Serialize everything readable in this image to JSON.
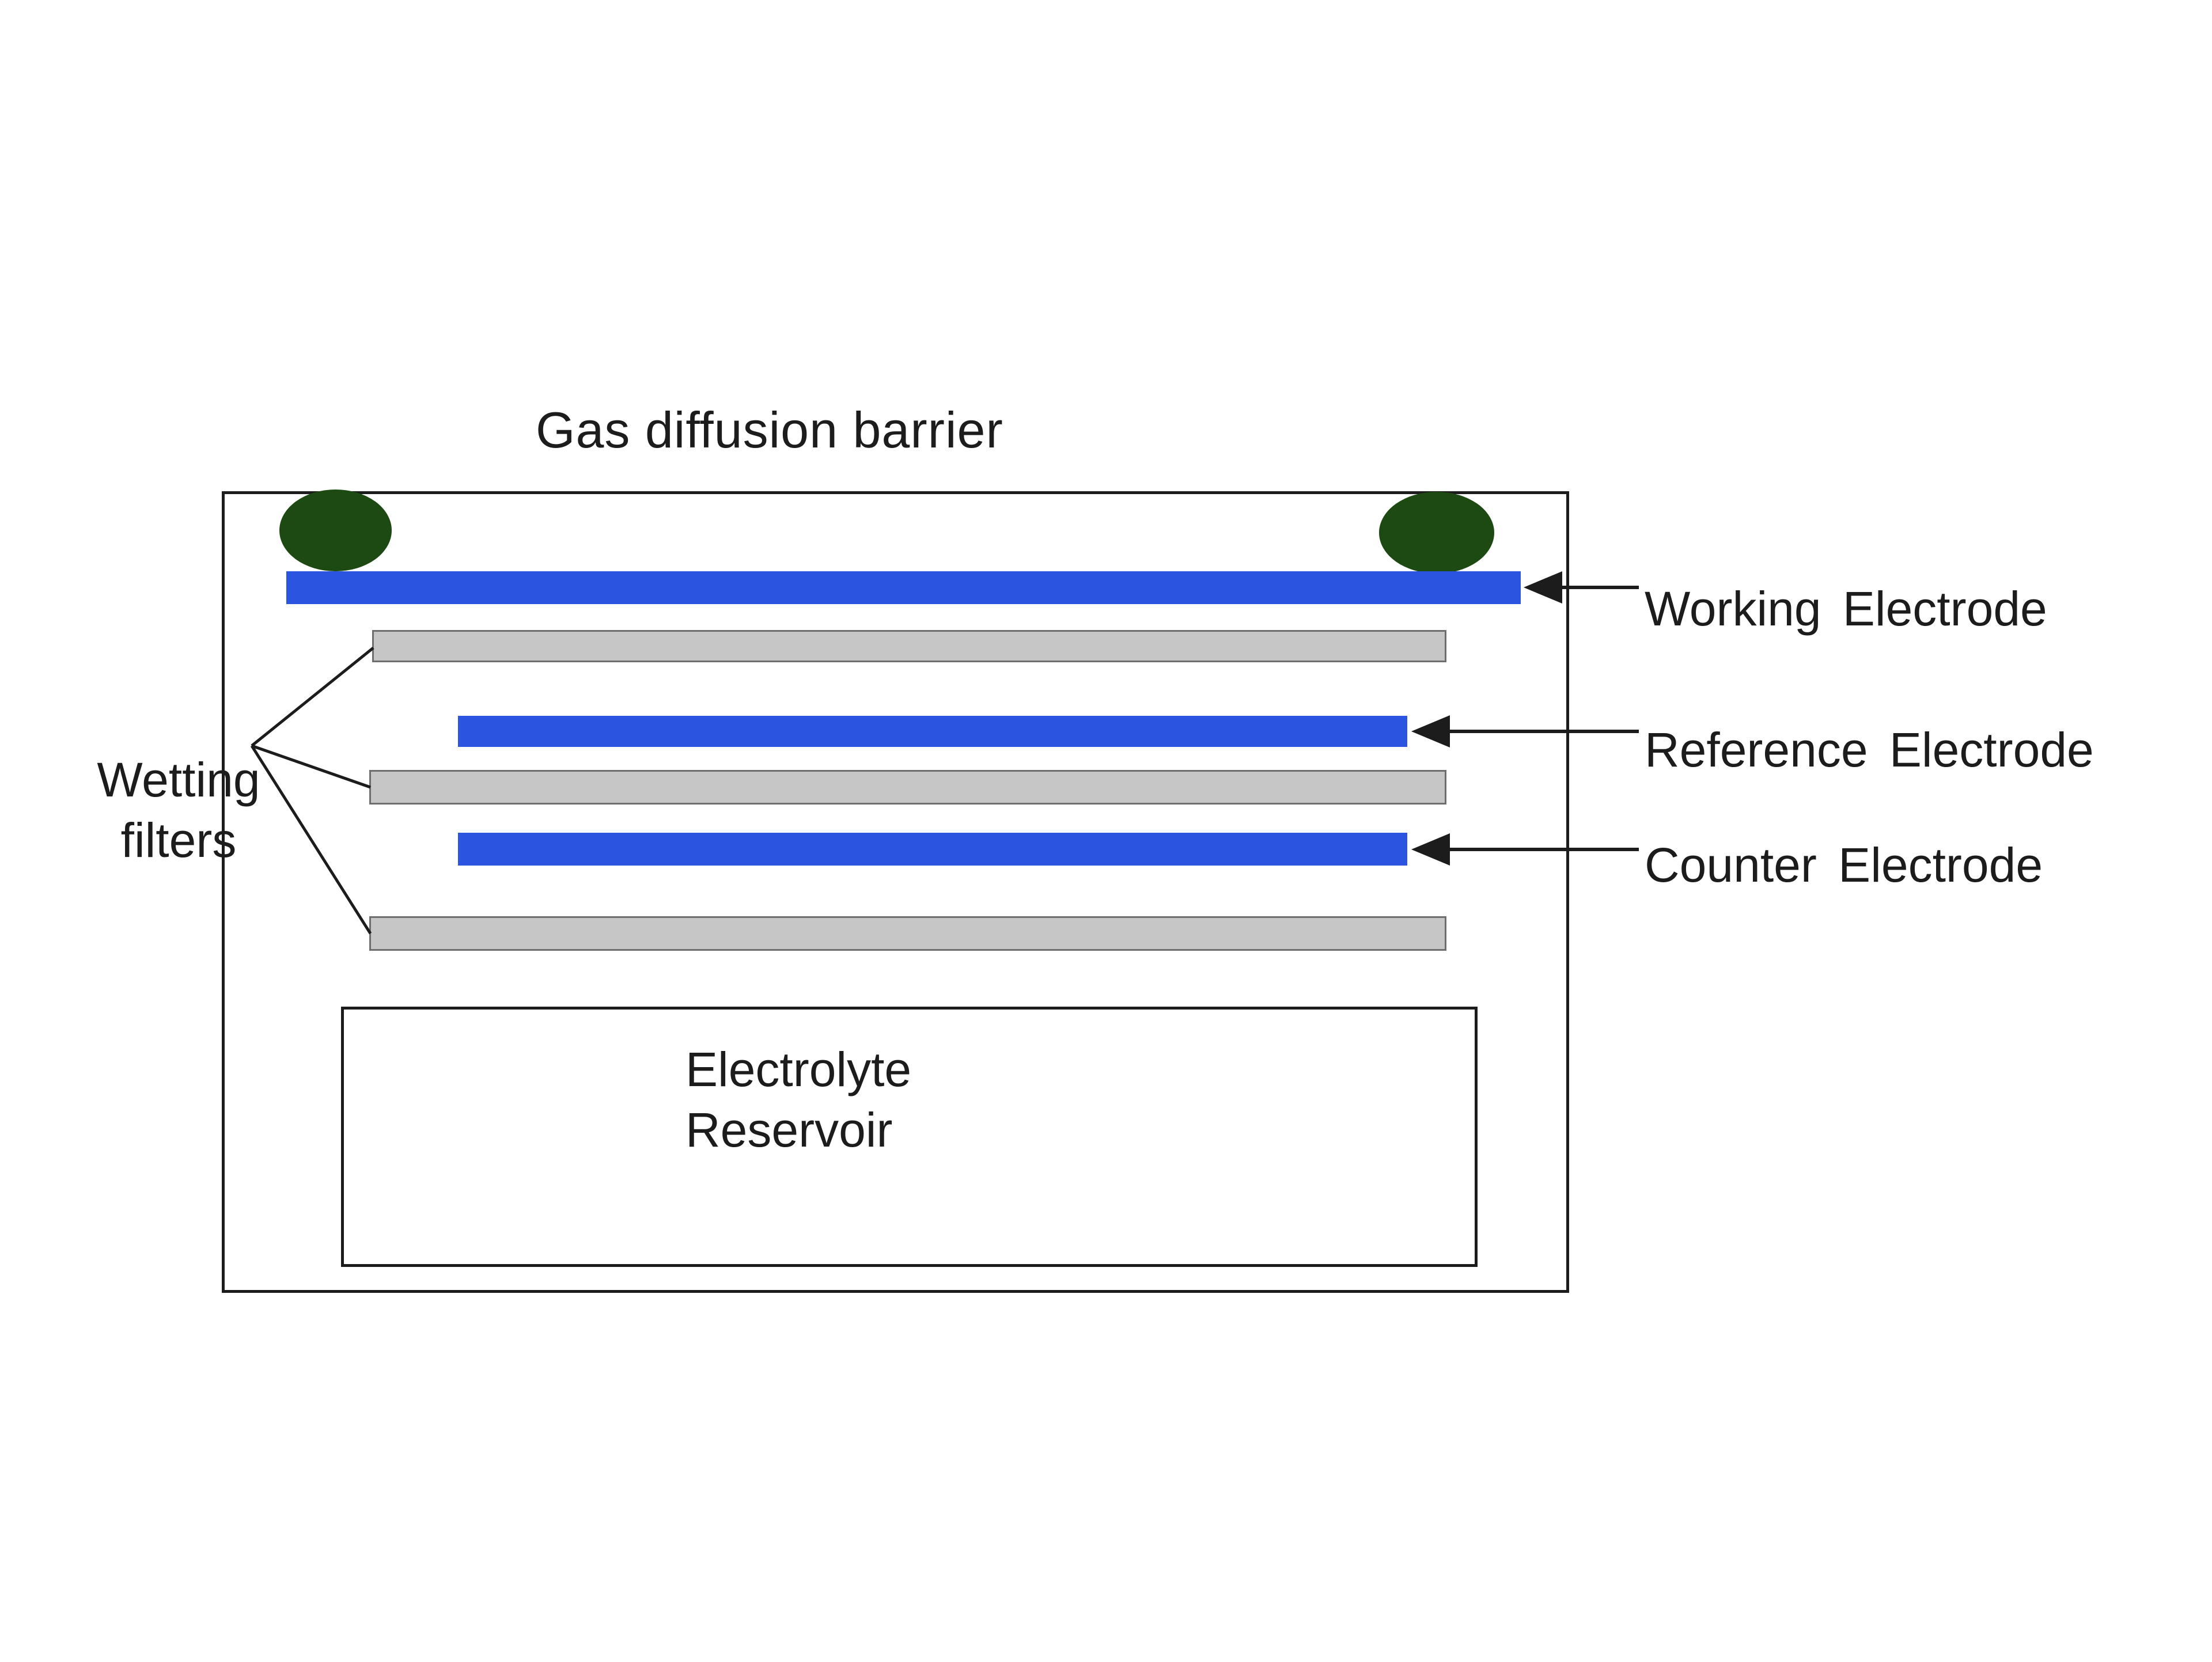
{
  "diagram": {
    "title": "Gas diffusion barrier",
    "wetting_filters_label": "Wetting\nfilters",
    "electrolyte_reservoir_label": "Electrolyte\nReservoir",
    "working_electrode_label": "Working Electrode",
    "reference_electrode_label": "Reference Electrode",
    "counter_electrode_label": "Counter Electrode"
  },
  "colors": {
    "electrode_blue": "#2b55e0",
    "filter_gray": "#c6c6c6",
    "filter_gray_border": "#6e6e6e",
    "seal_green": "#1d4a12",
    "line_black": "#1c1c1c",
    "background": "#ffffff"
  }
}
